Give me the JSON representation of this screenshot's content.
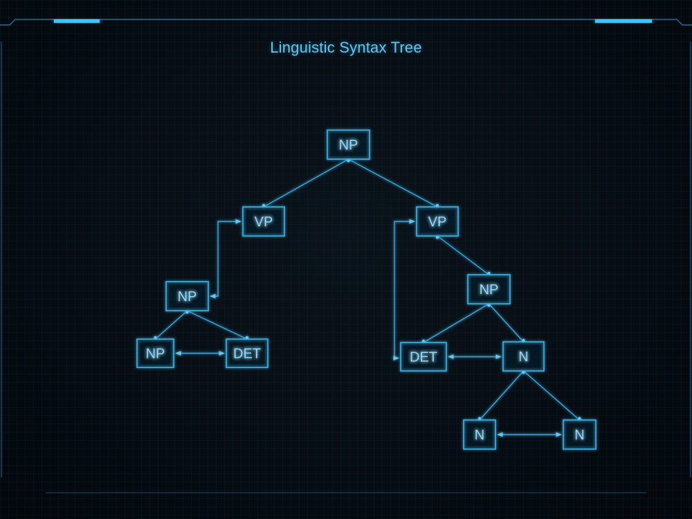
{
  "title": "Linguistic Syntax Tree",
  "colors": {
    "accent": "#3fb7ea",
    "text": "#8fdcff",
    "background": "#070d13"
  },
  "nodes": [
    {
      "id": "n1",
      "label": "NP"
    },
    {
      "id": "n2",
      "label": "VP"
    },
    {
      "id": "n3",
      "label": "VP"
    },
    {
      "id": "n4",
      "label": "NP"
    },
    {
      "id": "n5",
      "label": "NP"
    },
    {
      "id": "n6",
      "label": "DET"
    },
    {
      "id": "n7",
      "label": "NP"
    },
    {
      "id": "n8",
      "label": "DET"
    },
    {
      "id": "n9",
      "label": "N"
    },
    {
      "id": "n10",
      "label": "N"
    },
    {
      "id": "n11",
      "label": "N"
    }
  ],
  "edges": [
    {
      "from": "n1",
      "to": "n2",
      "type": "tree"
    },
    {
      "from": "n1",
      "to": "n3",
      "type": "tree"
    },
    {
      "from": "n4",
      "to": "n2",
      "type": "elbow"
    },
    {
      "from": "n4",
      "to": "n5",
      "type": "tree"
    },
    {
      "from": "n4",
      "to": "n6",
      "type": "tree"
    },
    {
      "from": "n5",
      "to": "n6",
      "type": "bidirectional"
    },
    {
      "from": "n3",
      "to": "n7",
      "type": "tree"
    },
    {
      "from": "n8",
      "to": "n3",
      "type": "elbow"
    },
    {
      "from": "n7",
      "to": "n8",
      "type": "tree"
    },
    {
      "from": "n7",
      "to": "n9",
      "type": "tree"
    },
    {
      "from": "n8",
      "to": "n9",
      "type": "bidirectional"
    },
    {
      "from": "n9",
      "to": "n10",
      "type": "tree"
    },
    {
      "from": "n9",
      "to": "n11",
      "type": "tree"
    },
    {
      "from": "n10",
      "to": "n11",
      "type": "bidirectional"
    }
  ]
}
